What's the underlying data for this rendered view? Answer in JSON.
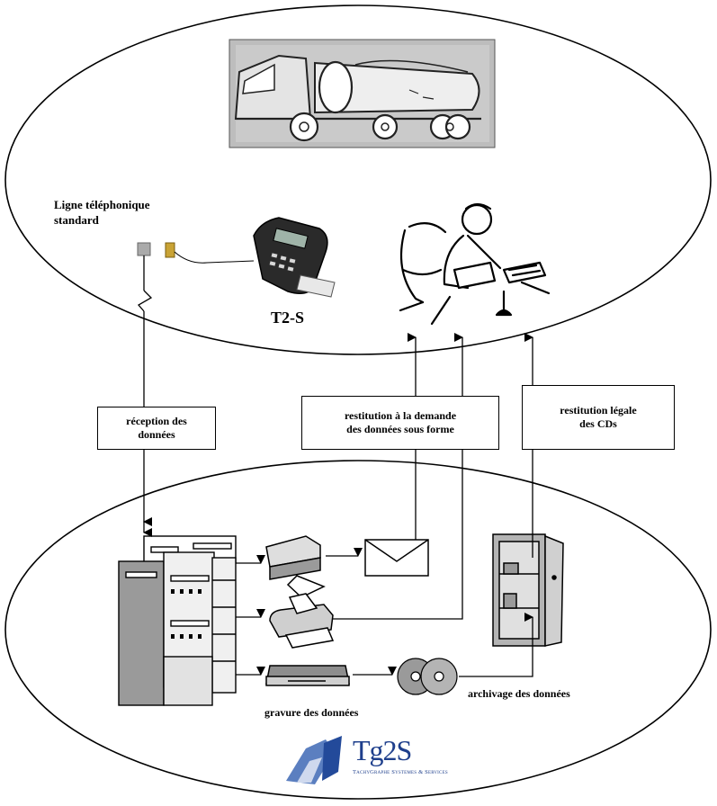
{
  "labels": {
    "phone_line": "Ligne téléphonique\nstandard",
    "terminal": "T2-S",
    "burning": "gravure des données",
    "archiving": "archivage des données"
  },
  "boxes": {
    "reception": "réception des\ndonnées",
    "on_demand": "restitution à la demande\ndes données sous forme",
    "legal": "restitution légale\ndes CDs"
  },
  "logo": {
    "name": "Tg2S",
    "tagline": "TachyGraphe Systemes & Services"
  },
  "colors": {
    "line": "#000000",
    "truck_bg": "#b9b9b9",
    "logo_blue": "#1e3f8c"
  }
}
